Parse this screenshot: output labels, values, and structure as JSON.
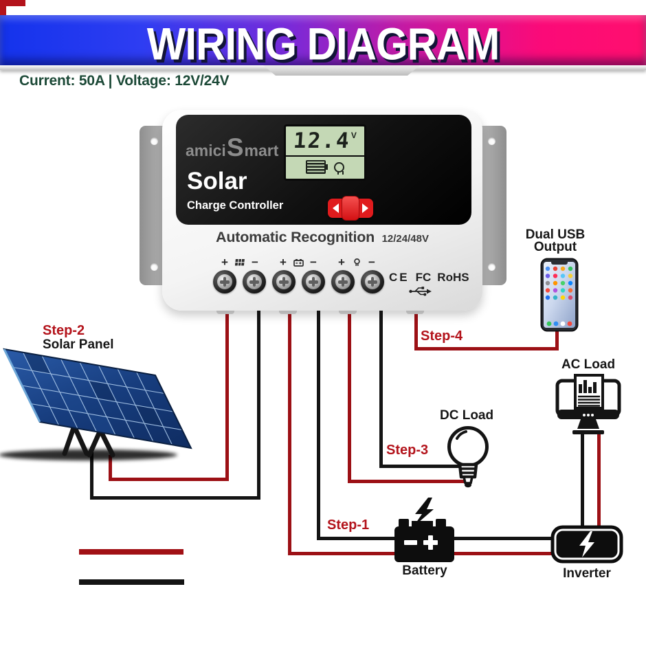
{
  "banner": {
    "title": "WIRING DIAGRAM"
  },
  "specs": {
    "text": "Current: 50A | Voltage: 12V/24V"
  },
  "controller": {
    "brand": {
      "prefix": "amici",
      "initial": "S",
      "suffix": "mart"
    },
    "lcd": {
      "value": "12.4",
      "unit": "V"
    },
    "product_title": "Solar",
    "product_subtitle": "Charge Controller",
    "feature": "Automatic Recognition",
    "feature_voltages": "12/24/48V",
    "certifications": {
      "ce": "CE",
      "fcc": "FC",
      "rohs": "RoHS"
    },
    "terminals": {
      "solar": {
        "plus": "+",
        "minus": "−"
      },
      "battery": {
        "plus": "+",
        "minus": "−"
      },
      "load": {
        "plus": "+",
        "minus": "−"
      }
    }
  },
  "labels": {
    "dual_usb_line1": "Dual USB",
    "dual_usb_line2": "Output",
    "step1": "Step-1",
    "step2": "Step-2",
    "step3": "Step-3",
    "step4": "Step-4",
    "solar_panel": "Solar Panel",
    "dc_load": "DC Load",
    "ac_load": "AC Load",
    "battery": "Battery",
    "inverter": "Inverter"
  },
  "legend": {
    "positive_symbol": "+",
    "negative_symbol": "−"
  },
  "icons": {
    "lcd_battery": "battery-level-icon",
    "lcd_lamp": "lamp-icon",
    "terminal_solar": "solar-panel-icon",
    "terminal_battery": "battery-icon",
    "terminal_load": "lamp-icon",
    "usb_port": "usb-icon",
    "switch_arrows": "left-right-arrows-icon",
    "battery_bolt": "lightning-bolt-icon",
    "inverter_bolt": "lightning-bolt-icon"
  },
  "colors": {
    "wire_positive": "#9c1015",
    "wire_negative": "#141414",
    "step_label": "#b3131b",
    "banner_blue": "#1433ec",
    "banner_pink": "#ff0f6e",
    "lcd_green": "#c4d8b5"
  }
}
